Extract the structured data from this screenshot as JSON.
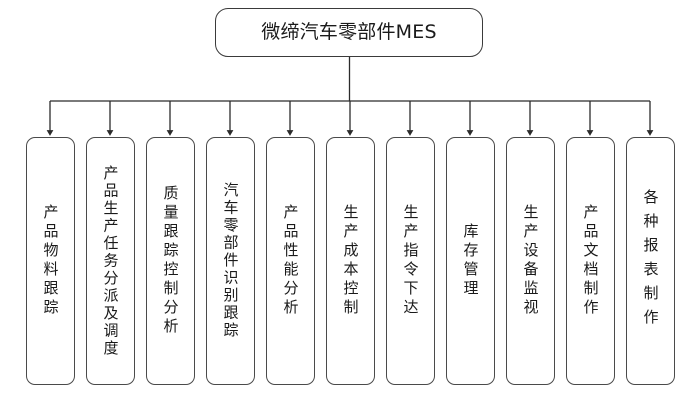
{
  "diagram": {
    "type": "hierarchy-tree",
    "orientation": "top-down",
    "background_color": "#ffffff",
    "line_color": "#2b2b2b",
    "box_border_color": "#4a4a4a",
    "text_color": "#1a1a1a",
    "root": {
      "label": "微缔汽车零部件MES"
    },
    "children": [
      {
        "label": "产品物料跟踪",
        "density": "normal"
      },
      {
        "label": "产品生产任务分派及调度",
        "density": "dense"
      },
      {
        "label": "质量跟踪控制分析",
        "density": "normal"
      },
      {
        "label": "汽车零部件识别跟踪",
        "density": "dense"
      },
      {
        "label": "产品性能分析",
        "density": "normal"
      },
      {
        "label": "生产成本控制",
        "density": "normal"
      },
      {
        "label": "生产指令下达",
        "density": "normal"
      },
      {
        "label": "库存管理",
        "density": "normal"
      },
      {
        "label": "生产设备监视",
        "density": "normal"
      },
      {
        "label": "产品文档制作",
        "density": "normal"
      },
      {
        "label": "各种报表制作",
        "density": "airy"
      }
    ]
  }
}
